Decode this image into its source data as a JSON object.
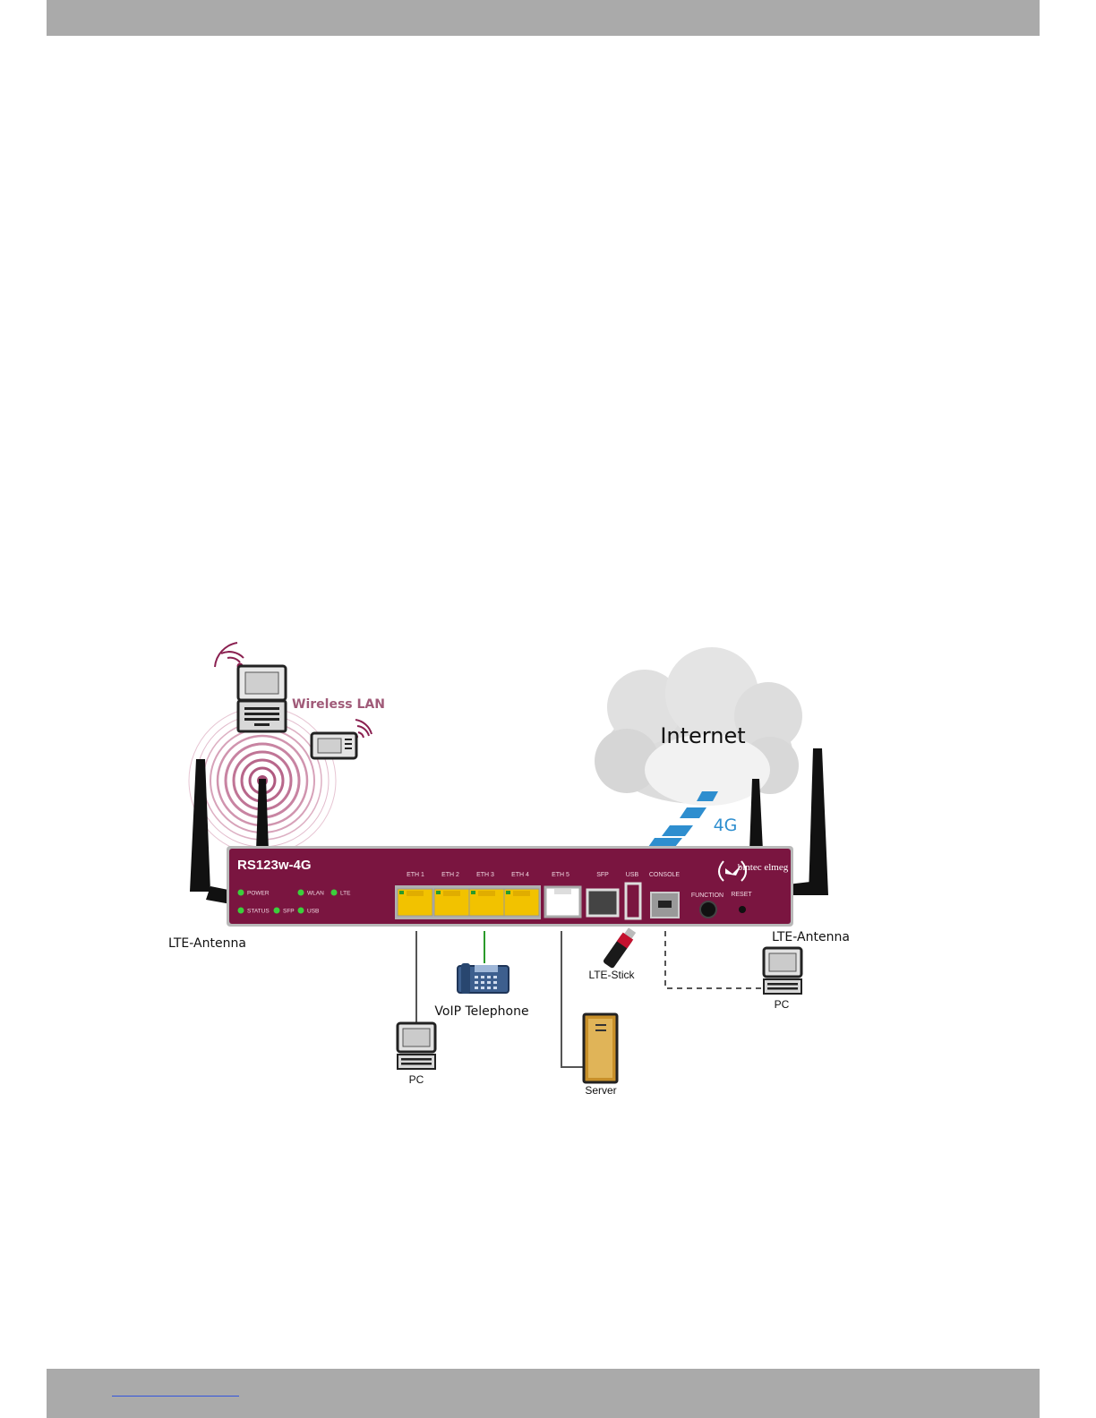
{
  "diagram": {
    "device": {
      "model": "RS123w-4G",
      "brand": "bintec elmeg",
      "leds": [
        "POWER",
        "WLAN",
        "LTE",
        "STATUS",
        "SFP",
        "USB"
      ],
      "ports": [
        "ETH 1",
        "ETH 2",
        "ETH 3",
        "ETH 4",
        "ETH 5",
        "SFP",
        "USB",
        "CONSOLE"
      ],
      "buttons": [
        "FUNCTION",
        "RESET"
      ]
    },
    "labels": {
      "wireless_lan": "Wireless LAN",
      "internet": "Internet",
      "connection_4g": "4G",
      "lte_antenna_left": "LTE-Antenna",
      "lte_antenna_right": "LTE-Antenna",
      "voip_telephone": "VoIP Telephone",
      "lte_stick": "LTE-Stick",
      "pc_bottom": "PC",
      "pc_right": "PC",
      "server": "Server"
    },
    "colors": {
      "device_body": "#7a1540",
      "wireless_rings": "#c47a9a",
      "port_eth": "#f2c200",
      "sky_4g": "#2e8ecf",
      "led_green": "#3ccf3c"
    }
  }
}
